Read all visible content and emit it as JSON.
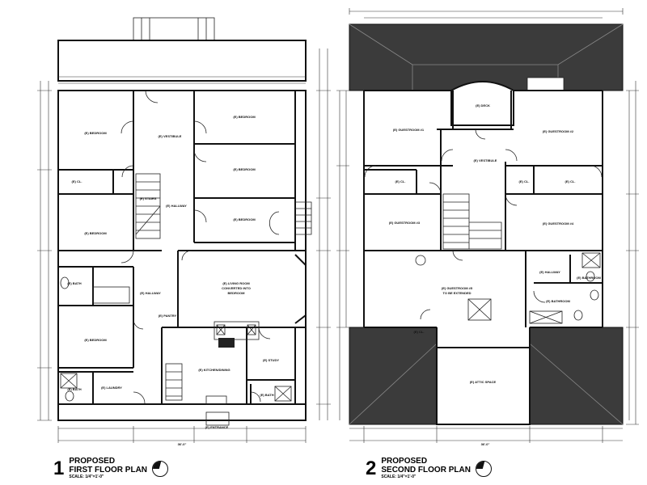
{
  "plans": [
    {
      "number": "1",
      "title_line1": "PROPOSED",
      "title_line2": "FIRST FLOOR PLAN",
      "scale": "SCALE: 1/4\"=1'-0\"",
      "rooms": {
        "bedroom_tl": "(E) BEDROOM",
        "closet": "(E) CL.",
        "bedroom_ml": "(E) BEDROOM",
        "vestibule": "(E) VESTIBULE",
        "stairs": "(E) STAIRS",
        "hallway_top": "(E) HALLWAY",
        "bedroom_r1": "(E) BEDROOM",
        "bedroom_r2": "(E) BEDROOM",
        "bedroom_r3": "(E) BEDROOM",
        "bath_l": "(E) BATH",
        "hallway_mid": "(E) HALLWAY",
        "pantry": "(E) PANTRY",
        "living": "(E) LIVING ROOM",
        "living2": "CONVERTED INTO",
        "living3": "BEDROOM",
        "bedroom_ll": "(E) BEDROOM",
        "kitchen": "(E) KITCHEN/DINING",
        "study": "(E) STUDY",
        "laundry": "(E) LAUNDRY",
        "bath_bl": "(E) BATH",
        "bath_br": "(E) BATH",
        "entry": "(E) ENTRANCE"
      },
      "overall_dim": "36'-0\""
    },
    {
      "number": "2",
      "title_line1": "PROPOSED",
      "title_line2": "SECOND FLOOR PLAN",
      "scale": "SCALE: 1/4\"=1'-0\"",
      "rooms": {
        "deck": "(E) DECK",
        "guest1": "(E) GUESTROOM #1",
        "guest2": "(E) GUESTROOM #2",
        "vestibule": "(E) VESTIBULE",
        "closet1": "(E) CL.",
        "closet2": "(E) CL.",
        "closet3": "(E) CL.",
        "guest3": "(E) GUESTROOM #3",
        "guest4": "(E) GUESTROOM #4",
        "guest5": "(E) GUESTROOM #5",
        "guest5b": "TO BE EXTENDED",
        "hallway": "(E) HALLWAY",
        "bath1": "(E) BATHROOM",
        "bath2": "(E) BATHROOM",
        "attic": "(E) ATTIC SPACE",
        "closet4": "(E) CL."
      },
      "overall_dim": "36'-0\""
    }
  ]
}
